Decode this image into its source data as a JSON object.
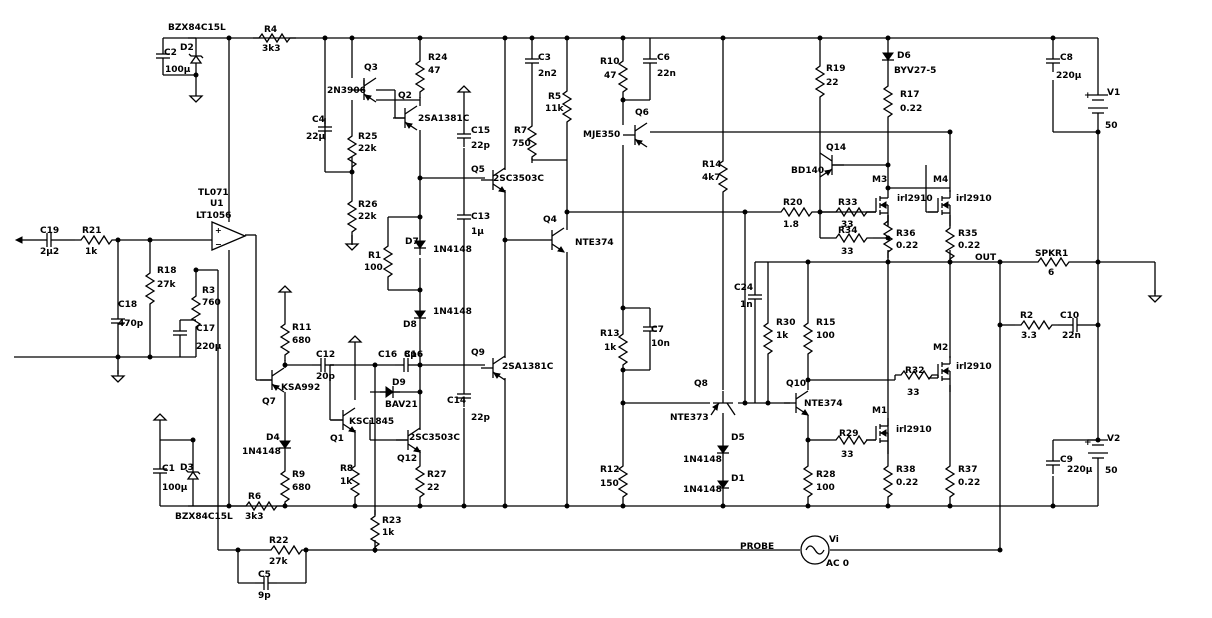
{
  "labels": {
    "R1": "R1",
    "R1v": "100",
    "R2": "R2",
    "R2v": "3.3",
    "R3": "R3",
    "R3v": "760",
    "R4": "R4",
    "R4v": "3k3",
    "R5": "R5",
    "R5v": "11k",
    "R6": "R6",
    "R6v": "3k3",
    "R7": "R7",
    "R7v": "750",
    "R8": "R8",
    "R8v": "1k",
    "R9": "R9",
    "R9v": "680",
    "R10": "R10",
    "R10v": "47",
    "R11": "R11",
    "R11v": "680",
    "R12": "R12",
    "R12v": "150",
    "R13": "R13",
    "R13v": "1k",
    "R14": "R14",
    "R14v": "4k7",
    "R15": "R15",
    "R15v": "100",
    "R17": "R17",
    "R17v": "0.22",
    "R18": "R18",
    "R18v": "27k",
    "R19": "R19",
    "R19v": "22",
    "R20": "R20",
    "R20v": "1.8",
    "R21": "R21",
    "R21v": "1k",
    "R22": "R22",
    "R22v": "27k",
    "R23": "R23",
    "R23v": "1k",
    "R24": "R24",
    "R24v": "47",
    "R25": "R25",
    "R25v": "22k",
    "R26": "R26",
    "R26v": "22k",
    "R27": "R27",
    "R27v": "22",
    "R28": "R28",
    "R28v": "100",
    "R29": "R29",
    "R29v": "33",
    "R30": "R30",
    "R30v": "1k",
    "R32": "R32",
    "R32v": "33",
    "R33": "R33",
    "R33v": "33",
    "R34": "R34",
    "R34v": "33",
    "R35": "R35",
    "R35v": "0.22",
    "R36": "R36",
    "R36v": "0.22",
    "R37": "R37",
    "R37v": "0.22",
    "R38": "R38",
    "R38v": "0.22",
    "C1": "C1",
    "C1v": "100µ",
    "C2": "C2",
    "C2v": "100µ",
    "C3": "C3",
    "C3v": "2n2",
    "C4": "C4",
    "C4v": "22µ",
    "C5": "C5",
    "C5v": "9p",
    "C6": "C6",
    "C6v": "22n",
    "C7": "C7",
    "C7v": "10n",
    "C8": "C8",
    "C8v": "220µ",
    "C9": "C9",
    "C9v": "220µ",
    "C10": "C10",
    "C10v": "22n",
    "C12": "C12",
    "C12v": "20p",
    "C13": "C13",
    "C13v": "1µ",
    "C14": "C14",
    "C14v": "22p",
    "C15": "C15",
    "C15v": "22p",
    "C16": "C16",
    "C16v": "8p",
    "C17": "C17",
    "C17v": "220µ",
    "C18": "C18",
    "C18v": "470p",
    "C19": "C19",
    "C19v": "2µ2",
    "C24": "C24",
    "C24v": "1n",
    "D1": "D1",
    "D1v": "1N4148",
    "D2": "D2",
    "D2v": "BZX84C15L",
    "D3": "D3",
    "D3v": "BZX84C15L",
    "D4": "D4",
    "D4v": "1N4148",
    "D5": "D5",
    "D5v": "1N4148",
    "D6": "D6",
    "D6v": "BYV27-5",
    "D7": "D7",
    "D7v": "1N4148",
    "D8": "D8",
    "D8v": "1N4148",
    "D9": "D9",
    "D9v": "BAV21",
    "Q1": "Q1",
    "Q1v": "KSC1845",
    "Q2": "Q2",
    "Q2v": "2SA1381C",
    "Q3": "Q3",
    "Q3v": "2N3906",
    "Q4": "Q4",
    "Q4v": "NTE374",
    "Q5": "Q5",
    "Q5v": "2SC3503C",
    "Q6": "Q6",
    "Q6v": "MJE350",
    "Q7": "Q7",
    "Q7v": "KSA992",
    "Q8": "Q8",
    "Q8v": "NTE373",
    "Q9": "Q9",
    "Q9v": "2SA1381C",
    "Q10": "Q10",
    "Q10v": "NTE374",
    "Q12": "Q12",
    "Q12v": "2SC3503C",
    "Q14": "Q14",
    "Q14v": "BD140",
    "M1": "M1",
    "M2": "M2",
    "M3": "M3",
    "M4": "M4",
    "Mv": "irl2910",
    "U1a": "TL071",
    "U1": "U1",
    "U1b": "LT1056",
    "SPKR1": "SPKR1",
    "SPKR1v": "6",
    "V1": "V1",
    "V1v": "50",
    "V2": "V2",
    "V2v": "50",
    "Vi": "Vi",
    "Viv": "AC 0",
    "OUT": "OUT",
    "PROBE": "PROBE"
  }
}
